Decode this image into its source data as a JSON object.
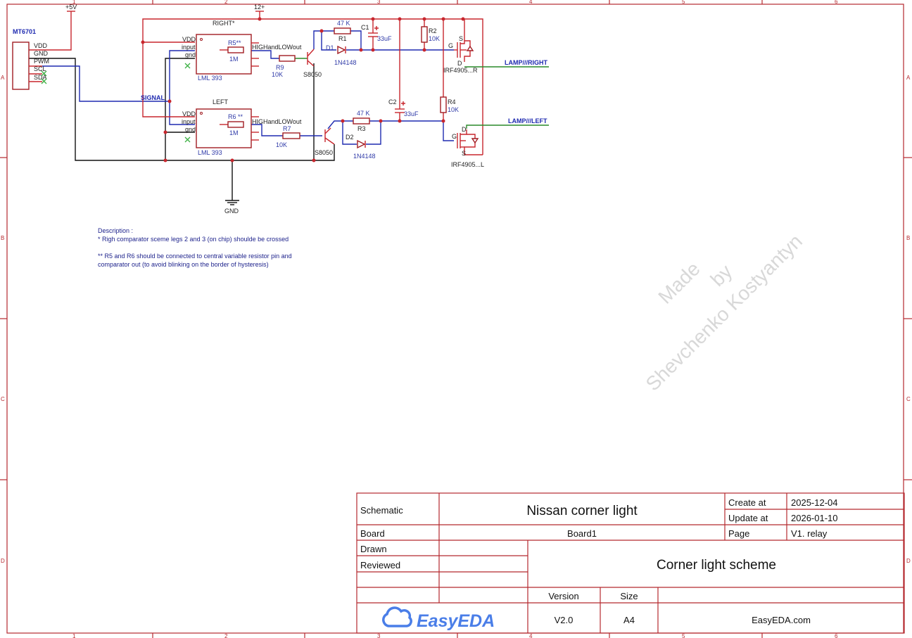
{
  "frame": {
    "columns": [
      "1",
      "2",
      "3",
      "4",
      "5",
      "6"
    ],
    "rows": [
      "A",
      "B",
      "C",
      "D"
    ]
  },
  "connector": {
    "name": "MT6701",
    "pins": [
      "VDD",
      "GND",
      "PWM",
      "SCL",
      "SDA"
    ]
  },
  "power": {
    "plus5": "+5V",
    "plus12": "12+",
    "gnd": "GND"
  },
  "nets": {
    "signal": "SIGNAL",
    "lamp_right": "LAMP///RIGHT",
    "lamp_left": "LAMP///LEFT"
  },
  "comparators": [
    {
      "title": "RIGHT*",
      "pins": [
        "VDD",
        "input",
        "gnd"
      ],
      "resistor": "R5**",
      "resistor_value": "1M",
      "out": "HIGHandLOWout",
      "part": "LML 393"
    },
    {
      "title": "LEFT",
      "pins": [
        "VDD",
        "input",
        "gnd"
      ],
      "resistor": "R6 **",
      "resistor_value": "1M",
      "out": "HIGHandLOWout",
      "part": "LML 393"
    }
  ],
  "components": {
    "r9": {
      "name": "R9",
      "value": "10K"
    },
    "r7": {
      "name": "R7",
      "value": "10K"
    },
    "q1": "S8050",
    "q2": "S8050",
    "r1": {
      "name": "R1",
      "value": "47 K"
    },
    "r3": {
      "name": "R3",
      "value": "47 K"
    },
    "d1": {
      "name": "D1",
      "value": "1N4148"
    },
    "d2": {
      "name": "D2",
      "value": "1N4148"
    },
    "c1": {
      "name": "C1",
      "value": "33uF"
    },
    "c2": {
      "name": "C2",
      "value": "33uF"
    },
    "r2": {
      "name": "R2",
      "value": "10K"
    },
    "r4": {
      "name": "R4",
      "value": "10K"
    },
    "m1": {
      "name": "IRF4905...R",
      "g": "G",
      "s": "S",
      "d": "D"
    },
    "m2": {
      "name": "IRF4905...L",
      "g": "G",
      "s": "S",
      "d": "D"
    }
  },
  "description": {
    "title": "Description :",
    "line1": "* Righ comparator sceme legs 2 and 3 (on chip) shoulde be crossed",
    "line2": "** R5 and R6 should be connected to central variable resistor pin and",
    "line3": "comparator out (to avoid blinking on the border of hysteresis)"
  },
  "watermark": {
    "line1": "Made",
    "line2": "by",
    "line3": "Shevchenko Kostyantyn"
  },
  "title_block": {
    "schematic_label": "Schematic",
    "schematic_value": "Nissan corner light",
    "create_label": "Create at",
    "create_value": "2025-12-04",
    "update_label": "Update at",
    "update_value": "2026-01-10",
    "board_label": "Board",
    "board_value": "Board1",
    "page_label": "Page",
    "page_value": "V1. relay",
    "drawn_label": "Drawn",
    "reviewed_label": "Reviewed",
    "sheet_title": "Corner light scheme",
    "version_label": "Version",
    "version_value": "V2.0",
    "size_label": "Size",
    "size_value": "A4",
    "site": "EasyEDA.com",
    "logo": "EasyEDA"
  }
}
